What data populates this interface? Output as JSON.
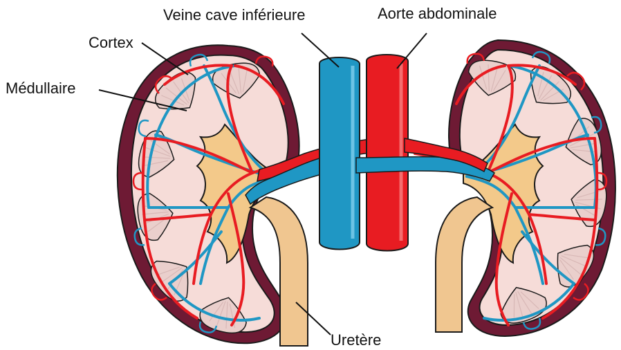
{
  "labels": {
    "vena_cava": "Veine cave inférieure",
    "aorta": "Aorte abdominale",
    "cortex": "Cortex",
    "medulla": "Médullaire",
    "ureter": "Uretère"
  },
  "colors": {
    "capsule": "#6e1a34",
    "cortex": "#f6dcd8",
    "medulla_pyramid": "#eacfcc",
    "pelvis": "#f3c98a",
    "ureter": "#f0c690",
    "vein": "#1f97c4",
    "artery": "#e81c22",
    "outline": "#1a1a1a"
  }
}
